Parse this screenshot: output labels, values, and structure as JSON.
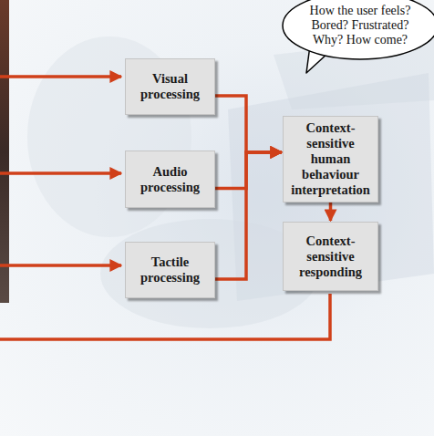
{
  "diagram": {
    "nodes": [
      {
        "text": [
          "Visual processing"
        ]
      },
      {
        "text": [
          "Audio processing"
        ]
      },
      {
        "text": [
          "Tactile processing"
        ]
      },
      {
        "text": [
          "How the user feels? Bored? Frustrated? Why? How come?"
        ]
      },
      {
        "text": [
          "Context-sensitive human behaviour interpretation"
        ]
      },
      {
        "text": [
          "Context-sensitive responding"
        ]
      }
    ],
    "edges": [
      {
        "from": 0,
        "to": 4,
        "arrow": "to"
      },
      {
        "from": 1,
        "to": 4,
        "arrow": "to"
      },
      {
        "from": 2,
        "to": 4,
        "arrow": "to"
      },
      {
        "from": 4,
        "to": 5,
        "arrow": "to"
      }
    ]
  }
}
